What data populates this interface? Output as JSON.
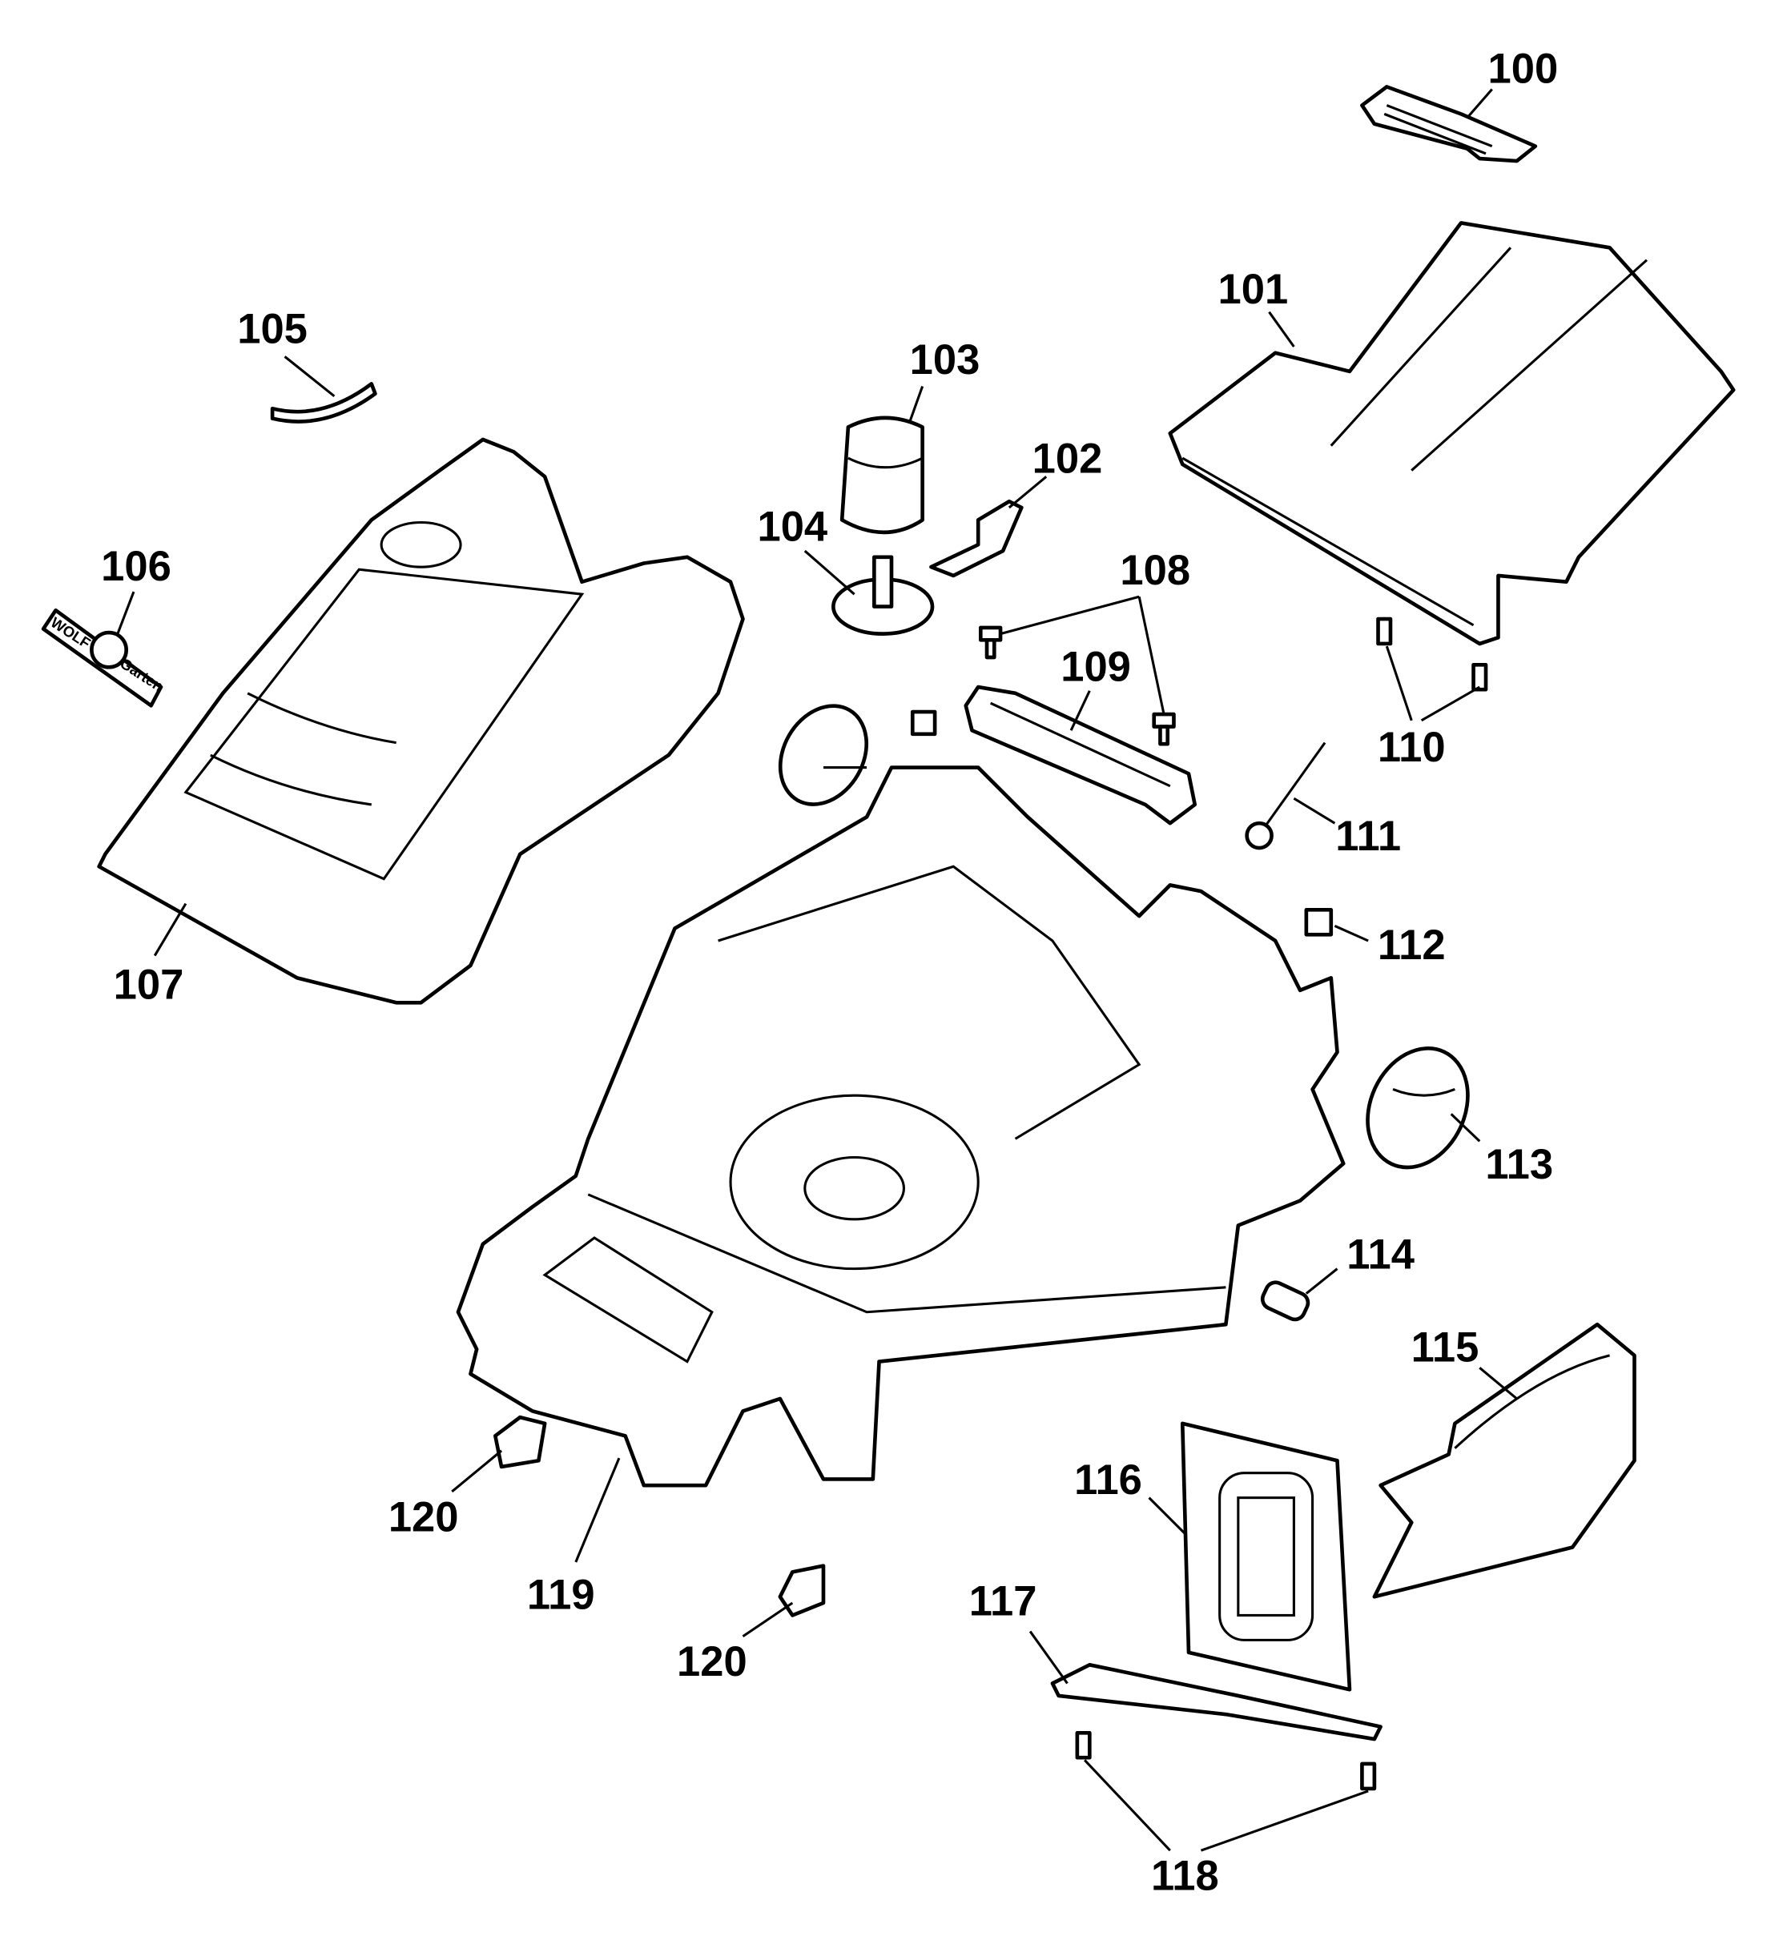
{
  "callouts": [
    "100",
    "101",
    "102",
    "103",
    "104",
    "105",
    "106",
    "107",
    "108",
    "109",
    "110",
    "111",
    "112",
    "113",
    "114",
    "115",
    "116",
    "117",
    "118",
    "119",
    "120"
  ],
  "logo": {
    "text_left": "WOLF",
    "text_right": "Garten"
  }
}
